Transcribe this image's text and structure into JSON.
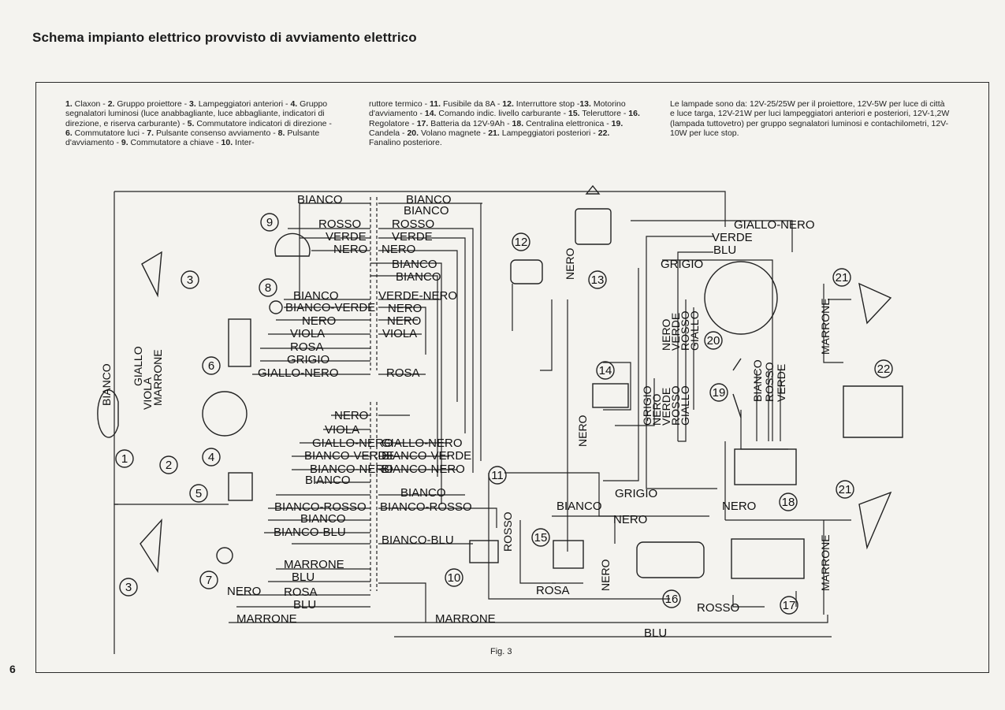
{
  "page": {
    "title": "Schema impianto elettrico provvisto di avviamento elettrico",
    "page_number": "6",
    "figure_caption": "Fig. 3"
  },
  "legend": {
    "col1": [
      {
        "n": "1.",
        "t": " Claxon - "
      },
      {
        "n": "2.",
        "t": " Gruppo proiettore - "
      },
      {
        "n": "3.",
        "t": " Lampeggiatori anteriori - "
      },
      {
        "n": "4.",
        "t": " Gruppo segnalatori luminosi (luce anabbagliante, luce abbagliante, indicatori di direzione, e riserva carburante) - "
      },
      {
        "n": "5.",
        "t": " Commutatore indicatori di direzione - "
      },
      {
        "n": "6.",
        "t": " Commutatore luci - "
      },
      {
        "n": "7.",
        "t": " Pulsante consenso avviamento - "
      },
      {
        "n": "8.",
        "t": " Pulsante d'avviamento - "
      },
      {
        "n": "9.",
        "t": " Commutatore a chiave - "
      },
      {
        "n": "10.",
        "t": " Inter-"
      }
    ],
    "col2": [
      {
        "n": "",
        "t": "ruttore termico - "
      },
      {
        "n": "11.",
        "t": " Fusibile da 8A - "
      },
      {
        "n": "12.",
        "t": " Interruttore stop -"
      },
      {
        "n": "13.",
        "t": " Motorino d'avviamento - "
      },
      {
        "n": "14.",
        "t": " Comando indic. livello carburante - "
      },
      {
        "n": "15.",
        "t": " Teleruttore - "
      },
      {
        "n": "16.",
        "t": " Regolatore - "
      },
      {
        "n": "17.",
        "t": " Batteria da 12V-9Ah - "
      },
      {
        "n": "18.",
        "t": " Centralina elettronica - "
      },
      {
        "n": "19.",
        "t": " Candela - "
      },
      {
        "n": "20.",
        "t": " Volano magnete - "
      },
      {
        "n": "21.",
        "t": " Lampeggiatori posteriori - "
      },
      {
        "n": "22.",
        "t": " Fanalino posteriore."
      }
    ],
    "col3_text": "Le lampade sono da: 12V-25/25W per il proiettore, 12V-5W per luce di città e luce targa, 12V-21W per luci lampeggiatori anteriori e posteriori, 12V-1,2W (lampada tuttovetro) per gruppo segnalatori luminosi e contachilometri, 12V-10W per luce stop."
  },
  "wire_labels": {
    "bianco_1": "BIANCO",
    "bianco_2": "BIANCO",
    "bianco_3": "BIANCO",
    "rosso_1": "ROSSO",
    "rosso_2": "ROSSO",
    "verde_1": "VERDE",
    "verde_2": "VERDE",
    "nero_1": "NERO",
    "nero_2": "NERO",
    "bianco_4": "BIANCO",
    "bianco_5": "BIANCO",
    "bianco_6": "BIANCO",
    "verdenero": "VERDE-NERO",
    "biancoverde_1": "BIANCO-VERDE",
    "nero_3": "NERO",
    "nero_4": "NERO",
    "nero_5": "NERO",
    "viola_1": "VIOLA",
    "viola_2": "VIOLA",
    "rosa_1": "ROSA",
    "grigio_1": "GRIGIO",
    "gialloneroL": "GIALLO-NERO",
    "rosa_2": "ROSA",
    "nero_6": "NERO",
    "viola_3": "VIOLA",
    "giallonero_a": "GIALLO-NERO",
    "giallonero_b": "GIALLO-NERO",
    "biancoverde_a": "BIANCO-VERDE",
    "biancoverde_b": "BIANCO-VERDE",
    "bianconero_a": "BIANCO-NERO",
    "bianconero_b": "BIANCO-NERO",
    "bianco_7": "BIANCO",
    "bianco_8": "BIANCO",
    "biancorosso_a": "BIANCO-ROSSO",
    "biancorosso_b": "BIANCO-ROSSO",
    "bianco_9": "BIANCO",
    "biancoblu_a": "BIANCO-BLU",
    "biancoblu_b": "BIANCO-BLU",
    "marrone_1": "MARRONE",
    "blu_1": "BLU",
    "nero_7": "NERO",
    "rosa_3": "ROSA",
    "blu_2": "BLU",
    "marrone_2": "MARRONE",
    "marrone_3": "MARRONE",
    "blu_3": "BLU",
    "rosa_4": "ROSA",
    "bianco_10": "BIANCO",
    "grigio_2": "GRIGIO",
    "nero_8": "NERO",
    "nero_9": "NERO",
    "rosso_3": "ROSSO",
    "giallonero_top": "GIALLO-NERO",
    "verde_3": "VERDE",
    "blu_top": "BLU",
    "grigio_3": "GRIGIO",
    "v_bianco": "BIANCO",
    "v_giallo": "GIALLO",
    "v_viola": "VIOLA",
    "v_marrone": "MARRONE",
    "v_nero_13": "NERO",
    "v_nero_14": "NERO",
    "v_rosso_11": "ROSSO",
    "v_nero_16": "NERO",
    "v_nero20": "NERO",
    "v_verde20": "VERDE",
    "v_rosso20": "ROSSO",
    "v_giallo20": "GIALLO",
    "v_grigio18": "GRIGIO",
    "v_nero18": "NERO",
    "v_verde18": "VERDE",
    "v_rosso18": "ROSSO",
    "v_giallo18": "GIALLO",
    "v_bianco19": "BIANCO",
    "v_rosso19": "ROSSO",
    "v_verde19": "VERDE",
    "v_marrone_r1": "MARRONE",
    "v_marrone_r2": "MARRONE"
  },
  "component_numbers": [
    "1",
    "2",
    "3",
    "3",
    "4",
    "5",
    "6",
    "7",
    "8",
    "9",
    "10",
    "11",
    "12",
    "13",
    "14",
    "15",
    "16",
    "17",
    "18",
    "19",
    "20",
    "21",
    "21",
    "22"
  ]
}
